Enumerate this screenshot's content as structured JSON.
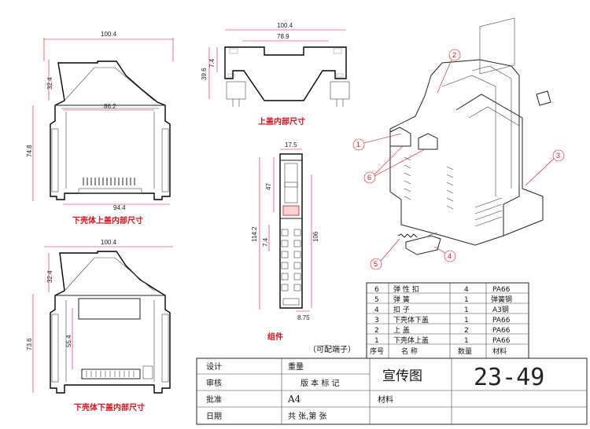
{
  "views": {
    "lower_upper": {
      "caption": "下壳体上盖内部尺寸",
      "dims": {
        "width_top": "100.4",
        "inner": "86.2",
        "bottom": "94.4",
        "height": "74.8",
        "top_h": "32.4"
      }
    },
    "top_cover": {
      "caption": "上盖内部尺寸",
      "dims": {
        "width_outer": "100.4",
        "width_inner": "78.9",
        "height": "39.6",
        "step": "7.4"
      }
    },
    "assembly": {
      "caption": "组件",
      "dims": {
        "width": "17.5",
        "h47": "47",
        "h114": "114.2",
        "h106": "106",
        "h74": "7.4",
        "w875": "8.75"
      }
    },
    "lower_cover": {
      "caption": "下壳体下盖内部尺寸",
      "dims": {
        "width_top": "100.4",
        "top_h": "32.4",
        "height": "73.6",
        "inner_h": "55.4"
      }
    },
    "note": "（可配端子）"
  },
  "balloons": [
    "1",
    "2",
    "3",
    "4",
    "5",
    "6"
  ],
  "parts_table": {
    "rows": [
      {
        "no": "6",
        "name": "弹 性 扣",
        "qty": "4",
        "material": "PA66"
      },
      {
        "no": "5",
        "name": "弹   簧",
        "qty": "1",
        "material": "弹簧钢"
      },
      {
        "no": "4",
        "name": "扣   子",
        "qty": "1",
        "material": "A3钢"
      },
      {
        "no": "3",
        "name": "下壳体下盖",
        "qty": "1",
        "material": "PA66"
      },
      {
        "no": "2",
        "name": "上   盖",
        "qty": "2",
        "material": "PA66"
      },
      {
        "no": "1",
        "name": "下壳体上盖",
        "qty": "1",
        "material": "PA66"
      }
    ],
    "header": {
      "no": "序号",
      "name": "名  称",
      "qty": "数量",
      "material": "材料"
    }
  },
  "title_block": {
    "design_label": "设计",
    "check_label": "审核",
    "approve_label": "批准",
    "date_label": "日期",
    "weight_label": "重量",
    "version_label": "版 本 标 记",
    "paper_size": "A4",
    "sheets_label": "共  张,第  张",
    "material_label": "材料",
    "drawing_title": "宣传图",
    "drawing_number": "23-49"
  }
}
